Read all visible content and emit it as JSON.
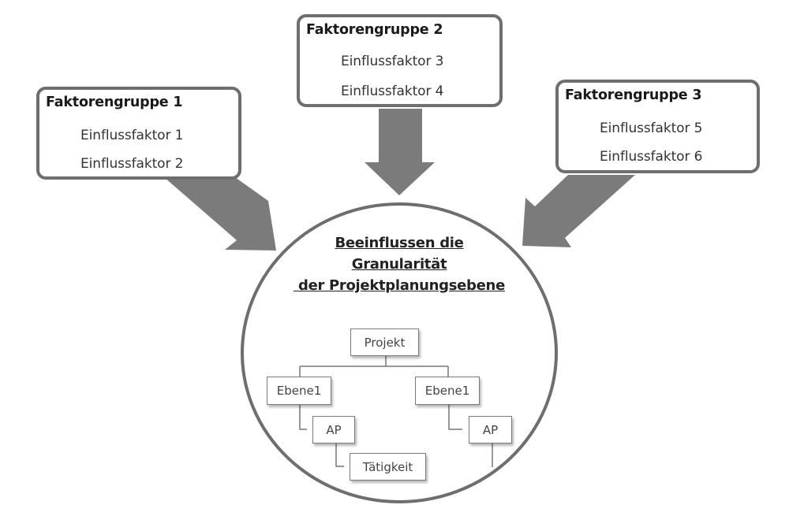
{
  "colors": {
    "arrow_fill": "#7b7b7b",
    "border": "#6e6e6e",
    "tree_line": "#777777",
    "background": "#ffffff"
  },
  "factor_groups": [
    {
      "title": "Faktorengruppe 1",
      "factors": [
        "Einflussfaktor 1",
        "Einflussfaktor 2"
      ]
    },
    {
      "title": "Faktorengruppe 2",
      "factors": [
        "Einflussfaktor 3",
        "Einflussfaktor 4"
      ]
    },
    {
      "title": "Faktorengruppe 3",
      "factors": [
        "Einflussfaktor 5",
        "Einflussfaktor 6"
      ]
    }
  ],
  "arrows": [
    {
      "from": "Faktorengruppe 1",
      "to": "center",
      "icon": "arrow-down-right"
    },
    {
      "from": "Faktorengruppe 2",
      "to": "center",
      "icon": "arrow-down"
    },
    {
      "from": "Faktorengruppe 3",
      "to": "center",
      "icon": "arrow-down-left"
    }
  ],
  "center": {
    "title_lines": [
      "Beeinflussen die",
      "Granularität",
      " der Projektplanungsebene"
    ]
  },
  "hierarchy": {
    "root": "Projekt",
    "level1_left": "Ebene1",
    "level1_right": "Ebene1",
    "ap_left": "AP",
    "ap_right": "AP",
    "activity": "Tätigkeit"
  }
}
